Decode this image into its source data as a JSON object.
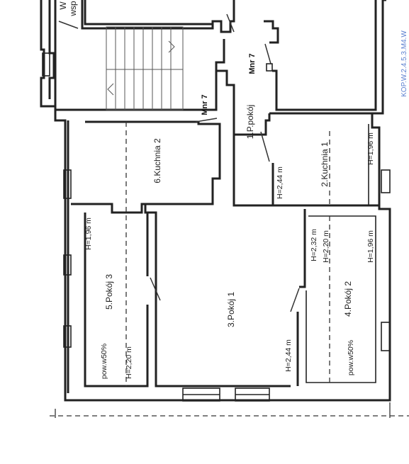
{
  "rooms": {
    "r1": "1.P.pokój",
    "r2": "2.Kuchnia 1",
    "r3": "3.Pokój 1",
    "r4": "4.Pokój 2",
    "r5": "5.Pokój 3",
    "r6": "6.Kuchnia 2"
  },
  "heights": {
    "h_k1": "H=1,96 m",
    "h_r1": "H=2,44 m",
    "h_p2_a": "H=2,32 m",
    "h_p2_b": "H=2,20 m",
    "h_p2_c": "H=1,96 m",
    "h_p1": "H=2,44 m",
    "h_p3_a": "H=1,96 m",
    "h_p3_b": "H=2,20 m"
  },
  "area_notes": {
    "p3": "pow.w50%",
    "p2": "pow.w50%"
  },
  "markers": {
    "mnr_a": "Mnr 7",
    "mnr_b": "Mnr 7"
  },
  "top_fragments": {
    "a": "W",
    "b": "wsp"
  },
  "edge_text": "KOP.W.2.4.5.3.M4.W"
}
